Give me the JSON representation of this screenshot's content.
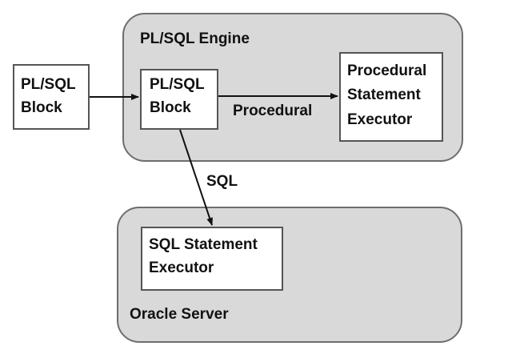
{
  "engine": {
    "label": "PL/SQL Engine"
  },
  "server": {
    "label": "Oracle Server"
  },
  "outer_block": {
    "line1": "PL/SQL",
    "line2": "Block"
  },
  "inner_block": {
    "line1": "PL/SQL",
    "line2": "Block"
  },
  "procedural_executor": {
    "line1": "Procedural",
    "line2": "Statement",
    "line3": "Executor"
  },
  "sql_executor": {
    "line1": "SQL Statement",
    "line2": "Executor"
  },
  "edges": {
    "procedural": "Procedural",
    "sql": "SQL"
  },
  "colors": {
    "container_fill": "#d9d9d9",
    "container_border": "#6e6e6e",
    "box_border": "#555555",
    "arrow": "#111111"
  }
}
